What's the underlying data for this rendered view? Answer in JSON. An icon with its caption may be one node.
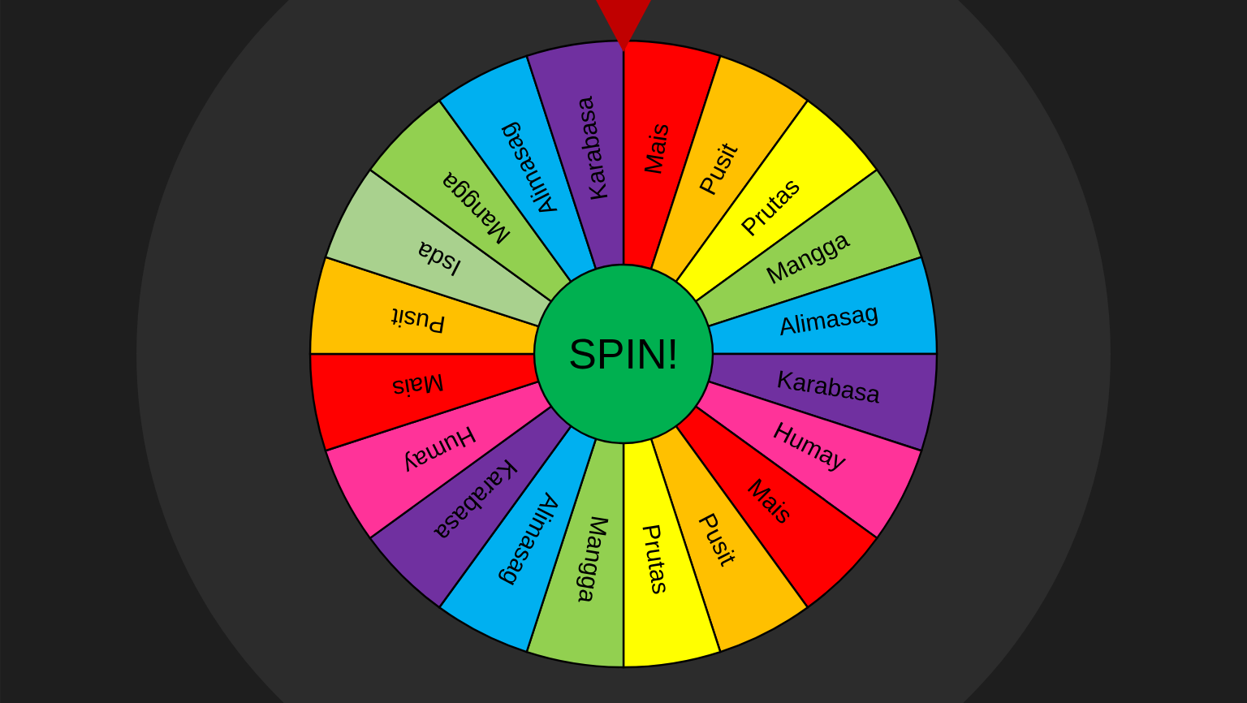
{
  "diagram": {
    "nodes": [
      {
        "text": [
          "SPIN!"
        ]
      },
      {
        "text": [
          "Mais"
        ]
      },
      {
        "text": [
          "Pusit"
        ]
      },
      {
        "text": [
          "Prutas"
        ]
      },
      {
        "text": [
          "Mangga"
        ]
      },
      {
        "text": [
          "Alimasag"
        ]
      },
      {
        "text": [
          "Karabasa"
        ]
      },
      {
        "text": [
          "Humay"
        ]
      },
      {
        "text": [
          "Mais"
        ]
      },
      {
        "text": [
          "Pusit"
        ]
      },
      {
        "text": [
          "Prutas"
        ]
      },
      {
        "text": [
          "Mangga"
        ]
      },
      {
        "text": [
          "Alimasag"
        ]
      },
      {
        "text": [
          "Karabasa"
        ]
      },
      {
        "text": [
          "Humay"
        ]
      },
      {
        "text": [
          "Mais"
        ]
      },
      {
        "text": [
          "Pusit"
        ]
      },
      {
        "text": [
          "Isda"
        ]
      },
      {
        "text": [
          "Mangga"
        ]
      },
      {
        "text": [
          "Alimasag"
        ]
      },
      {
        "text": [
          "Karabasa"
        ]
      }
    ]
  }
}
